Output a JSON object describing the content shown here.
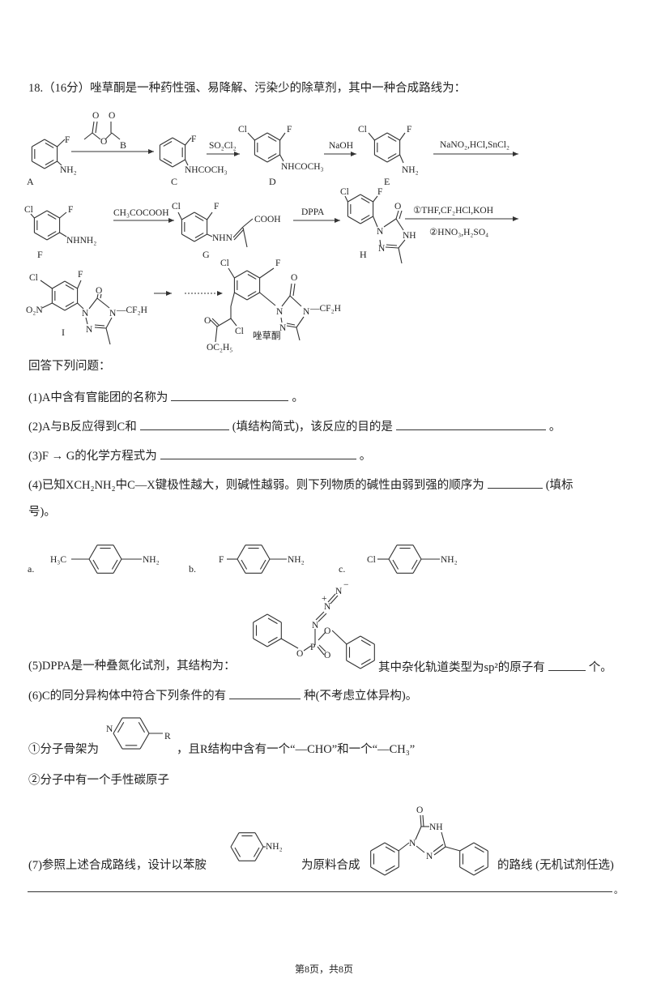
{
  "question": {
    "title": "18.（16分）唑草酮是一种药性强、易降解、污染少的除草剂，其中一种合成路线为："
  },
  "scheme": {
    "compounds": {
      "A": "A",
      "B": "B",
      "C": "C",
      "D": "D",
      "E": "E",
      "F": "F",
      "G": "G",
      "H": "H",
      "I": "I",
      "product": "唑草酮"
    },
    "reagents": {
      "r1": "SO₂Cl₂",
      "r2": "NaOH",
      "r3": "NaNO₂,HCl,SnCl₂",
      "r4": "CH₃COCOOH",
      "r5": "DPPA",
      "r6a": "①THF,CF₂HCl,KOH",
      "r6b": "②HNO₃,H₂SO₄"
    },
    "atoms": {
      "F": "F",
      "Cl": "Cl",
      "O": "O",
      "N": "N",
      "NH": "NH",
      "NH2": "NH₂",
      "NHCOCH3": "NHCOCH₃",
      "NHNH2": "NHNH₂",
      "NHN": "NHN",
      "COOH": "COOH",
      "CF2H": "—CF₂H",
      "O2N": "O₂N",
      "OC2H5": "OC₂H₅",
      "H3C": "H₃C",
      "P": "P",
      "Nplus": "N",
      "Nminus": "N",
      "plus": "+",
      "minus": "−",
      "R": "R"
    }
  },
  "answer_intro": "回答下列问题：",
  "q1": {
    "text": "(1)A中含有官能团的名称为",
    "end": "。"
  },
  "q2": {
    "text": "(2)A与B反应得到C和",
    "mid": "(填结构简式)，该反应的目的是",
    "end": "。"
  },
  "q3": {
    "text": "(3)F → G的化学方程式为",
    "end": "。"
  },
  "q4": {
    "text": "(4)已知XCH₂NH₂中C—X键极性越大，则碱性越弱。则下列物质的碱性由弱到强的顺序为",
    "end": "(填标",
    "line2": "号)。",
    "options": [
      "a.",
      "b.",
      "c."
    ]
  },
  "q5": {
    "text": "(5)DPPA是一种叠氮化试剂，其结构为：",
    "mid": "其中杂化轨道类型为sp²的原子有",
    "end": "个。"
  },
  "q6": {
    "text": "(6)C的同分异构体中符合下列条件的有",
    "end": "种(不考虑立体异构)。",
    "cond1_a": "①分子骨架为",
    "cond1_b": "，且R结构中含有一个“—CHO”和一个“—CH₃”",
    "cond2": "②分子中有一个手性碳原子"
  },
  "q7": {
    "text": "(7)参照上述合成路线，设计以苯胺",
    "mid": "为原料合成",
    "end": "的路线 (无机试剂任选)",
    "period": "。"
  },
  "footer": "第8页，共8页"
}
